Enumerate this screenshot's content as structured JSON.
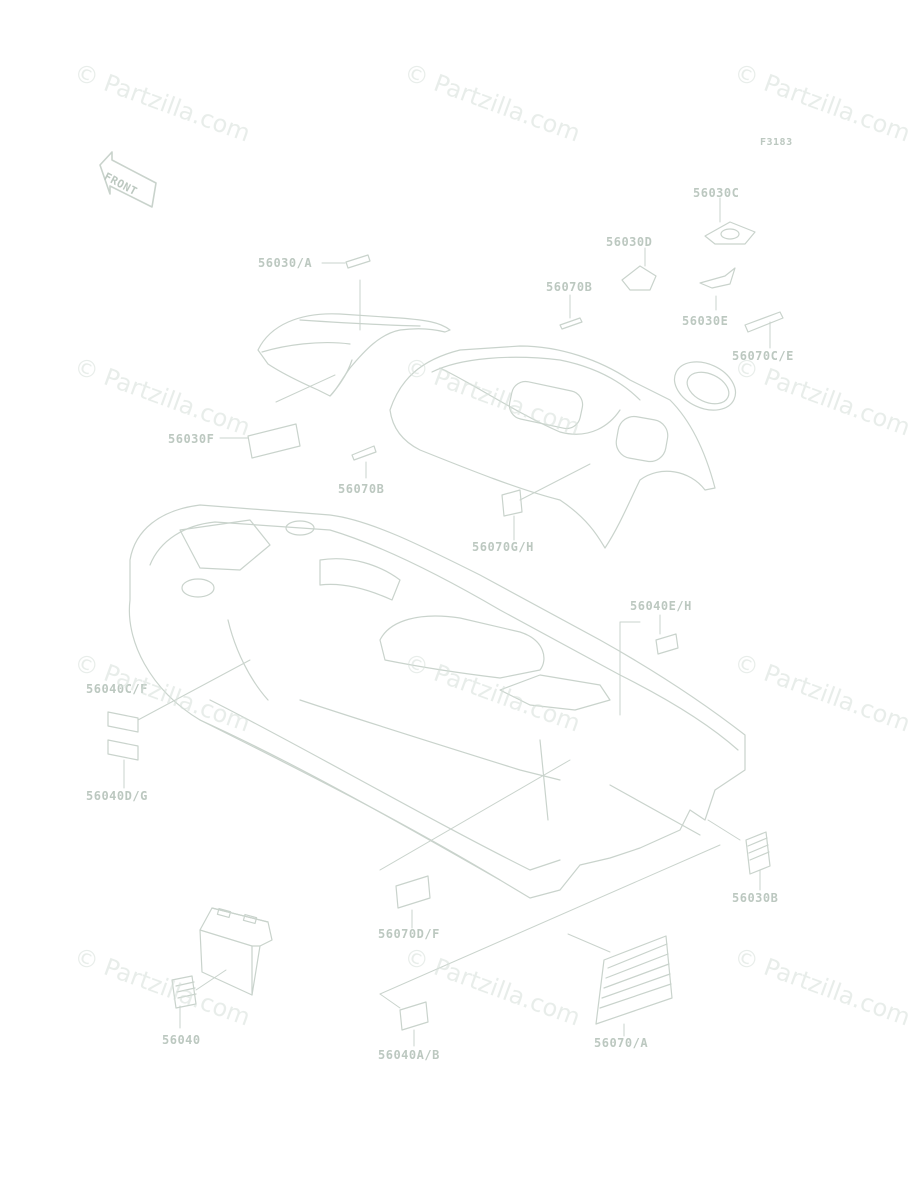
{
  "figure_code": "F3183",
  "front_badge": "FRONT",
  "callouts": {
    "c56030A": "56030/A",
    "c56030D": "56030D",
    "c56030C": "56030C",
    "c56070B_top": "56070B",
    "c56030E": "56030E",
    "c56070C_E": "56070C/E",
    "c56030F": "56030F",
    "c56070B_mid": "56070B",
    "c56070G_H": "56070G/H",
    "c56040E_H": "56040E/H",
    "c56040C_F": "56040C/F",
    "c56040D_G": "56040D/G",
    "c56030B": "56030B",
    "c56070D_F": "56070D/F",
    "c56040": "56040",
    "c56040A_B": "56040A/B",
    "c56070_A": "56070/A"
  },
  "watermark_text": "© Partzilla.com",
  "colors": {
    "line": "#c9d3cc",
    "label": "#bcc8c0",
    "watermark": "#d7e0da"
  }
}
